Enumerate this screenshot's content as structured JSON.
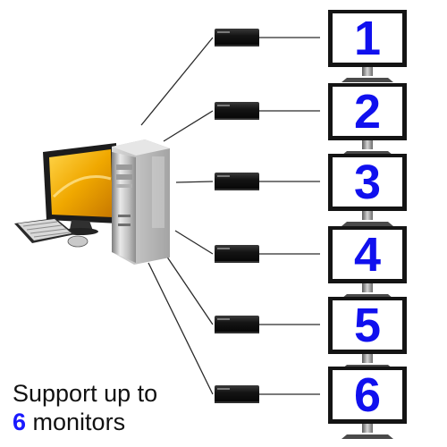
{
  "caption": {
    "line1": "Support up to",
    "count": "6",
    "line2_rest": " monitors"
  },
  "monitors": [
    {
      "label": "1"
    },
    {
      "label": "2"
    },
    {
      "label": "3"
    },
    {
      "label": "4"
    },
    {
      "label": "5"
    },
    {
      "label": "6"
    }
  ],
  "colors": {
    "monitor_number": "#1010ee",
    "screen_bg": "#ffffff",
    "bezel": "#141414",
    "desktop_screen": "#f2b705",
    "adapter": "#111111",
    "cable": "#2a2a2a"
  }
}
